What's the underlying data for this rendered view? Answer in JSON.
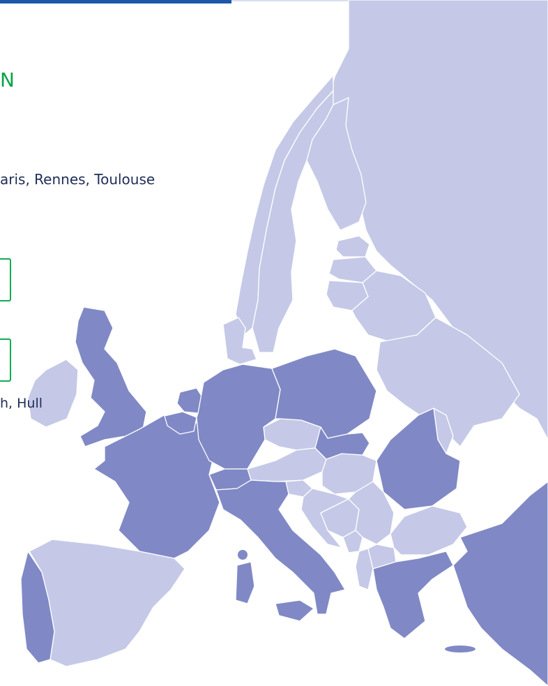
{
  "heading": "N",
  "line_one": "aris, Rennes, Toulouse",
  "line_two": "h, Hull",
  "colors": {
    "top_bar": "#1d58a8",
    "heading": "#0aa347",
    "text": "#1f2d55",
    "box_outline": "#11ad52",
    "country_highlighted": "#8089c5",
    "country_other": "#c5c9e7",
    "sea": "#ffffff"
  },
  "map": {
    "region": "Europe",
    "highlighted_countries": [
      "United Kingdom",
      "Portugal",
      "France",
      "Belgium",
      "Netherlands",
      "Germany",
      "Switzerland",
      "Italy",
      "Poland",
      "Slovakia",
      "Romania",
      "Greece",
      "Turkey"
    ],
    "other_countries": [
      "Ireland",
      "Spain",
      "Norway",
      "Sweden",
      "Finland",
      "Denmark",
      "Estonia",
      "Latvia",
      "Lithuania",
      "Belarus",
      "Ukraine",
      "Russia",
      "Czech Republic",
      "Austria",
      "Hungary",
      "Slovenia",
      "Croatia",
      "Bosnia and Herzegovina",
      "Serbia",
      "Montenegro",
      "Albania",
      "North Macedonia",
      "Bulgaria",
      "Moldova"
    ]
  }
}
